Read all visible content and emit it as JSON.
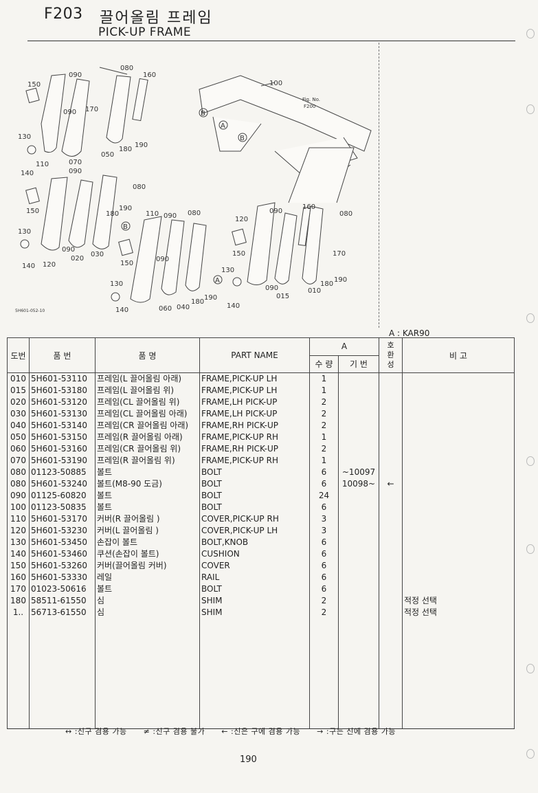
{
  "header": {
    "code": "F203",
    "title_ko": "끌어올림 프레임",
    "title_en": "PICK-UP FRAME"
  },
  "diagram": {
    "callouts": [
      {
        "id": "c080a",
        "text": "080"
      },
      {
        "id": "c160a",
        "text": "160"
      },
      {
        "id": "c090a",
        "text": "090"
      },
      {
        "id": "c150a",
        "text": "150"
      },
      {
        "id": "c090b",
        "text": "090"
      },
      {
        "id": "c170a",
        "text": "170"
      },
      {
        "id": "c130a",
        "text": "130"
      },
      {
        "id": "c110a",
        "text": "110"
      },
      {
        "id": "c140a",
        "text": "140"
      },
      {
        "id": "c050",
        "text": "050"
      },
      {
        "id": "c180a",
        "text": "180"
      },
      {
        "id": "c190a",
        "text": "190"
      },
      {
        "id": "c100",
        "text": "100"
      },
      {
        "id": "c070",
        "text": "070"
      },
      {
        "id": "c090c",
        "text": "090"
      },
      {
        "id": "c080b",
        "text": "080"
      },
      {
        "id": "c150b",
        "text": "150"
      },
      {
        "id": "c190b",
        "text": "190"
      },
      {
        "id": "c180b",
        "text": "180"
      },
      {
        "id": "c130b",
        "text": "130"
      },
      {
        "id": "c090d",
        "text": "090"
      },
      {
        "id": "c020",
        "text": "020"
      },
      {
        "id": "c030",
        "text": "030"
      },
      {
        "id": "c140b",
        "text": "140"
      },
      {
        "id": "c120a",
        "text": "120"
      },
      {
        "id": "c110b",
        "text": "110"
      },
      {
        "id": "c090e",
        "text": "090"
      },
      {
        "id": "c080c",
        "text": "080"
      },
      {
        "id": "c090f",
        "text": "090"
      },
      {
        "id": "c150c",
        "text": "150"
      },
      {
        "id": "c130c",
        "text": "130"
      },
      {
        "id": "c140c",
        "text": "140"
      },
      {
        "id": "c060",
        "text": "060"
      },
      {
        "id": "c040",
        "text": "040"
      },
      {
        "id": "c180c",
        "text": "180"
      },
      {
        "id": "c190c",
        "text": "190"
      },
      {
        "id": "c120b",
        "text": "120"
      },
      {
        "id": "c090g",
        "text": "090"
      },
      {
        "id": "c160b",
        "text": "160"
      },
      {
        "id": "c080d",
        "text": "080"
      },
      {
        "id": "c150d",
        "text": "150"
      },
      {
        "id": "c170b",
        "text": "170"
      },
      {
        "id": "c130d",
        "text": "130"
      },
      {
        "id": "c090h",
        "text": "090"
      },
      {
        "id": "c015",
        "text": "015"
      },
      {
        "id": "c180d",
        "text": "180"
      },
      {
        "id": "c190d",
        "text": "190"
      },
      {
        "id": "c010",
        "text": "010"
      },
      {
        "id": "c140d",
        "text": "140"
      }
    ],
    "fig_ref_line1": "Fig. No.",
    "fig_ref_line2": "F200",
    "marker_b": "B",
    "marker_a": "A",
    "drawing_id": "5H601-052-10"
  },
  "model_note": "A : KAR90",
  "table": {
    "headers": {
      "no": "도번",
      "part_no": "품   번",
      "name_ko": "품      명",
      "part_name": "PART  NAME",
      "group_a": "A",
      "qty": "수 량",
      "serial": "기 번",
      "interchange": "호\n환\n성",
      "remarks": "비      고"
    },
    "rows": [
      {
        "no": "010",
        "part_no": "5H601-53110",
        "name_ko": "프레임(L 끌어올림 아래)",
        "part_name": "FRAME,PICK-UP LH",
        "qty": "1",
        "serial": "",
        "interchange": "",
        "remarks": ""
      },
      {
        "no": "015",
        "part_no": "5H601-53180",
        "name_ko": "프레임(L 끌어올림 위)",
        "part_name": "FRAME,PICK-UP LH",
        "qty": "1",
        "serial": "",
        "interchange": "",
        "remarks": ""
      },
      {
        "no": "020",
        "part_no": "5H601-53120",
        "name_ko": "프레임(CL 끌어올림 위)",
        "part_name": "FRAME,LH PICK-UP",
        "qty": "2",
        "serial": "",
        "interchange": "",
        "remarks": ""
      },
      {
        "no": "030",
        "part_no": "5H601-53130",
        "name_ko": "프레임(CL 끌어올림 아래)",
        "part_name": "FRAME,LH PICK-UP",
        "qty": "2",
        "serial": "",
        "interchange": "",
        "remarks": ""
      },
      {
        "no": "040",
        "part_no": "5H601-53140",
        "name_ko": "프레임(CR 끌어올림 아래)",
        "part_name": "FRAME,RH PICK-UP",
        "qty": "2",
        "serial": "",
        "interchange": "",
        "remarks": ""
      },
      {
        "no": "050",
        "part_no": "5H601-53150",
        "name_ko": "프레임(R 끌어올림 아래)",
        "part_name": "FRAME,PICK-UP RH",
        "qty": "1",
        "serial": "",
        "interchange": "",
        "remarks": ""
      },
      {
        "no": "060",
        "part_no": "5H601-53160",
        "name_ko": "프레임(CR 끌어올림 위)",
        "part_name": "FRAME,RH PICK-UP",
        "qty": "2",
        "serial": "",
        "interchange": "",
        "remarks": ""
      },
      {
        "no": "070",
        "part_no": "5H601-53190",
        "name_ko": "프레임(R 끌어올림 위)",
        "part_name": "FRAME,PICK-UP RH",
        "qty": "1",
        "serial": "",
        "interchange": "",
        "remarks": ""
      },
      {
        "no": "080",
        "part_no": "01123-50885",
        "name_ko": "볼트",
        "part_name": "BOLT",
        "qty": "6",
        "serial": "~10097",
        "interchange": "",
        "remarks": ""
      },
      {
        "no": "080",
        "part_no": "5H601-53240",
        "name_ko": "볼트(M8-90 도금)",
        "part_name": "BOLT",
        "qty": "6",
        "serial": "10098~",
        "interchange": "←",
        "remarks": ""
      },
      {
        "no": "090",
        "part_no": "01125-60820",
        "name_ko": "볼트",
        "part_name": "BOLT",
        "qty": "24",
        "serial": "",
        "interchange": "",
        "remarks": ""
      },
      {
        "no": "100",
        "part_no": "01123-50835",
        "name_ko": "볼트",
        "part_name": "BOLT",
        "qty": "6",
        "serial": "",
        "interchange": "",
        "remarks": ""
      },
      {
        "no": "110",
        "part_no": "5H601-53170",
        "name_ko": "커버(R 끌어올림 )",
        "part_name": "COVER,PICK-UP RH",
        "qty": "3",
        "serial": "",
        "interchange": "",
        "remarks": ""
      },
      {
        "no": "120",
        "part_no": "5H601-53230",
        "name_ko": "커버(L 끌어올림 )",
        "part_name": "COVER,PICK-UP LH",
        "qty": "3",
        "serial": "",
        "interchange": "",
        "remarks": ""
      },
      {
        "no": "130",
        "part_no": "5H601-53450",
        "name_ko": "손잡이 볼트",
        "part_name": "BOLT,KNOB",
        "qty": "6",
        "serial": "",
        "interchange": "",
        "remarks": ""
      },
      {
        "no": "140",
        "part_no": "5H601-53460",
        "name_ko": "쿠션(손잡이 볼트)",
        "part_name": "CUSHION",
        "qty": "6",
        "serial": "",
        "interchange": "",
        "remarks": ""
      },
      {
        "no": "150",
        "part_no": "5H601-53260",
        "name_ko": "커버(끌어올림 커버)",
        "part_name": "COVER",
        "qty": "6",
        "serial": "",
        "interchange": "",
        "remarks": ""
      },
      {
        "no": "160",
        "part_no": "5H601-53330",
        "name_ko": "레일",
        "part_name": "RAIL",
        "qty": "6",
        "serial": "",
        "interchange": "",
        "remarks": ""
      },
      {
        "no": "170",
        "part_no": "01023-50616",
        "name_ko": "볼트",
        "part_name": "BOLT",
        "qty": "6",
        "serial": "",
        "interchange": "",
        "remarks": ""
      },
      {
        "no": "180",
        "part_no": "58511-61550",
        "name_ko": "심",
        "part_name": "SHIM",
        "qty": "2",
        "serial": "",
        "interchange": "",
        "remarks": "적정 선택"
      },
      {
        "no": "1..",
        "part_no": "56713-61550",
        "name_ko": "심",
        "part_name": "SHIM",
        "qty": "2",
        "serial": "",
        "interchange": "",
        "remarks": "적정 선택"
      }
    ]
  },
  "legend": [
    "↔ :신구 겸용 가능",
    "≠ :신구 겸용 불가",
    "← :신은 구에 겸용 가능",
    "→ :구는 신에 겸용 가능"
  ],
  "page_number": "190"
}
